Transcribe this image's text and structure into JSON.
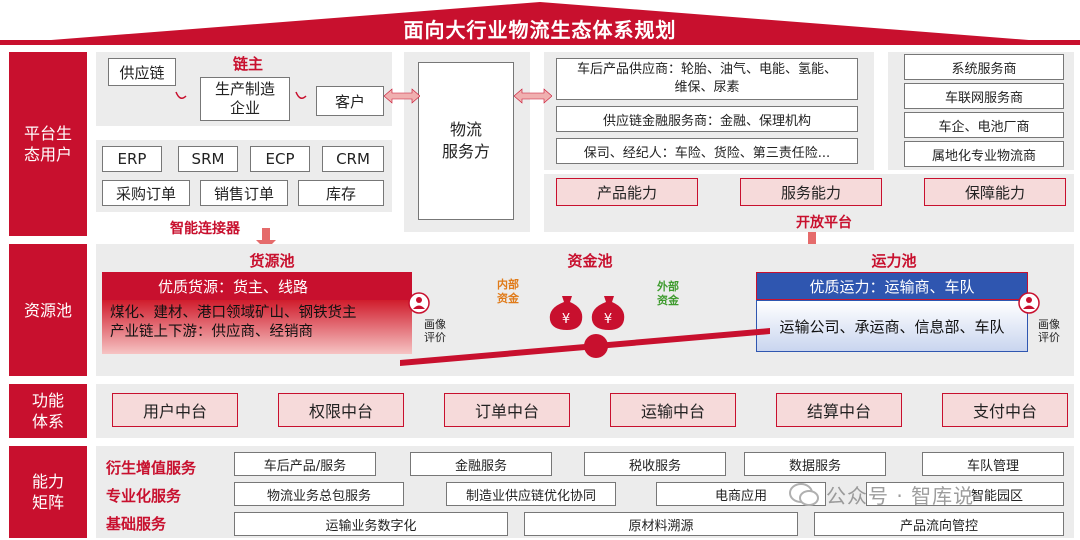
{
  "title": "面向大行业物流生态体系规划",
  "side_labels": {
    "platform": "平台生\n态用户",
    "resource": "资源池",
    "function": "功能\n体系",
    "capability": "能力\n矩阵"
  },
  "chain": {
    "label": "链主",
    "supply_chain": "供应链",
    "manufacturer": "生产制造\n企业",
    "customer": "客户",
    "systems": [
      "ERP",
      "SRM",
      "ECP",
      "CRM"
    ],
    "docs": [
      "采购订单",
      "销售订单",
      "库存"
    ],
    "connector": "智能连接器"
  },
  "logistics_provider": "物流\n服务方",
  "suppliers": [
    "车后产品供应商：轮胎、油气、电能、氢能、\n维保、尿素",
    "供应链金融服务商：金融、保理机构",
    "保司、经纪人：车险、货险、第三责任险..."
  ],
  "providers": [
    "系统服务商",
    "车联网服务商",
    "车企、电池厂商",
    "属地化专业物流商"
  ],
  "abilities": [
    "产品能力",
    "服务能力",
    "保障能力"
  ],
  "open_platform": "开放平台",
  "pools": {
    "goods_title": "货源池",
    "goods_header": "优质货源：货主、线路",
    "goods_body": "煤化、建材、港口领域矿山、钢铁货主\n产业链上下游：供应商、经销商",
    "fund_title": "资金池",
    "internal_fund": "内部\n资金",
    "external_fund": "外部\n资金",
    "capacity_title": "运力池",
    "capacity_header": "优质运力：运输商、车队",
    "capacity_body": "运输公司、承运商、信息部、车队",
    "portrait": "画像\n评价"
  },
  "functions": [
    "用户中台",
    "权限中台",
    "订单中台",
    "运输中台",
    "结算中台",
    "支付中台"
  ],
  "capability_rows": [
    {
      "label": "衍生增值服务",
      "items": [
        "车后产品/服务",
        "金融服务",
        "税收服务",
        "数据服务",
        "车队管理"
      ]
    },
    {
      "label": "专业化服务",
      "items": [
        "物流业务总包服务",
        "制造业供应链优化协同",
        "电商应用",
        "智能园区"
      ]
    },
    {
      "label": "基础服务",
      "items": [
        "运输业务数字化",
        "原材料溯源",
        "产品流向管控"
      ]
    }
  ],
  "watermark": "公众号 · 智库说",
  "colors": {
    "accent": "#c8102e",
    "pink": "#f6dada",
    "blue": "#2f56b0",
    "gray": "#ececec",
    "green": "#3f9b2f",
    "orange": "#e07b1a"
  }
}
